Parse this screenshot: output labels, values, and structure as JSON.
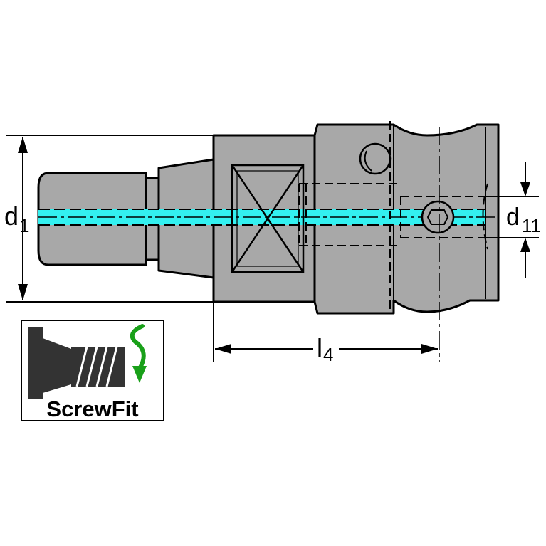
{
  "dimensions": {
    "d1_main": "d",
    "d1_sub": "1",
    "d11_main": "d",
    "d11_sub": "11",
    "l4_main": "l",
    "l4_sub": "4"
  },
  "logo": {
    "label": "ScrewFit",
    "icon": "screw-rotate-icon",
    "arrow_color": "#19a019"
  },
  "colors": {
    "body": "#a8a8a8",
    "coolant": "#33f0f0",
    "outline": "#000000"
  }
}
